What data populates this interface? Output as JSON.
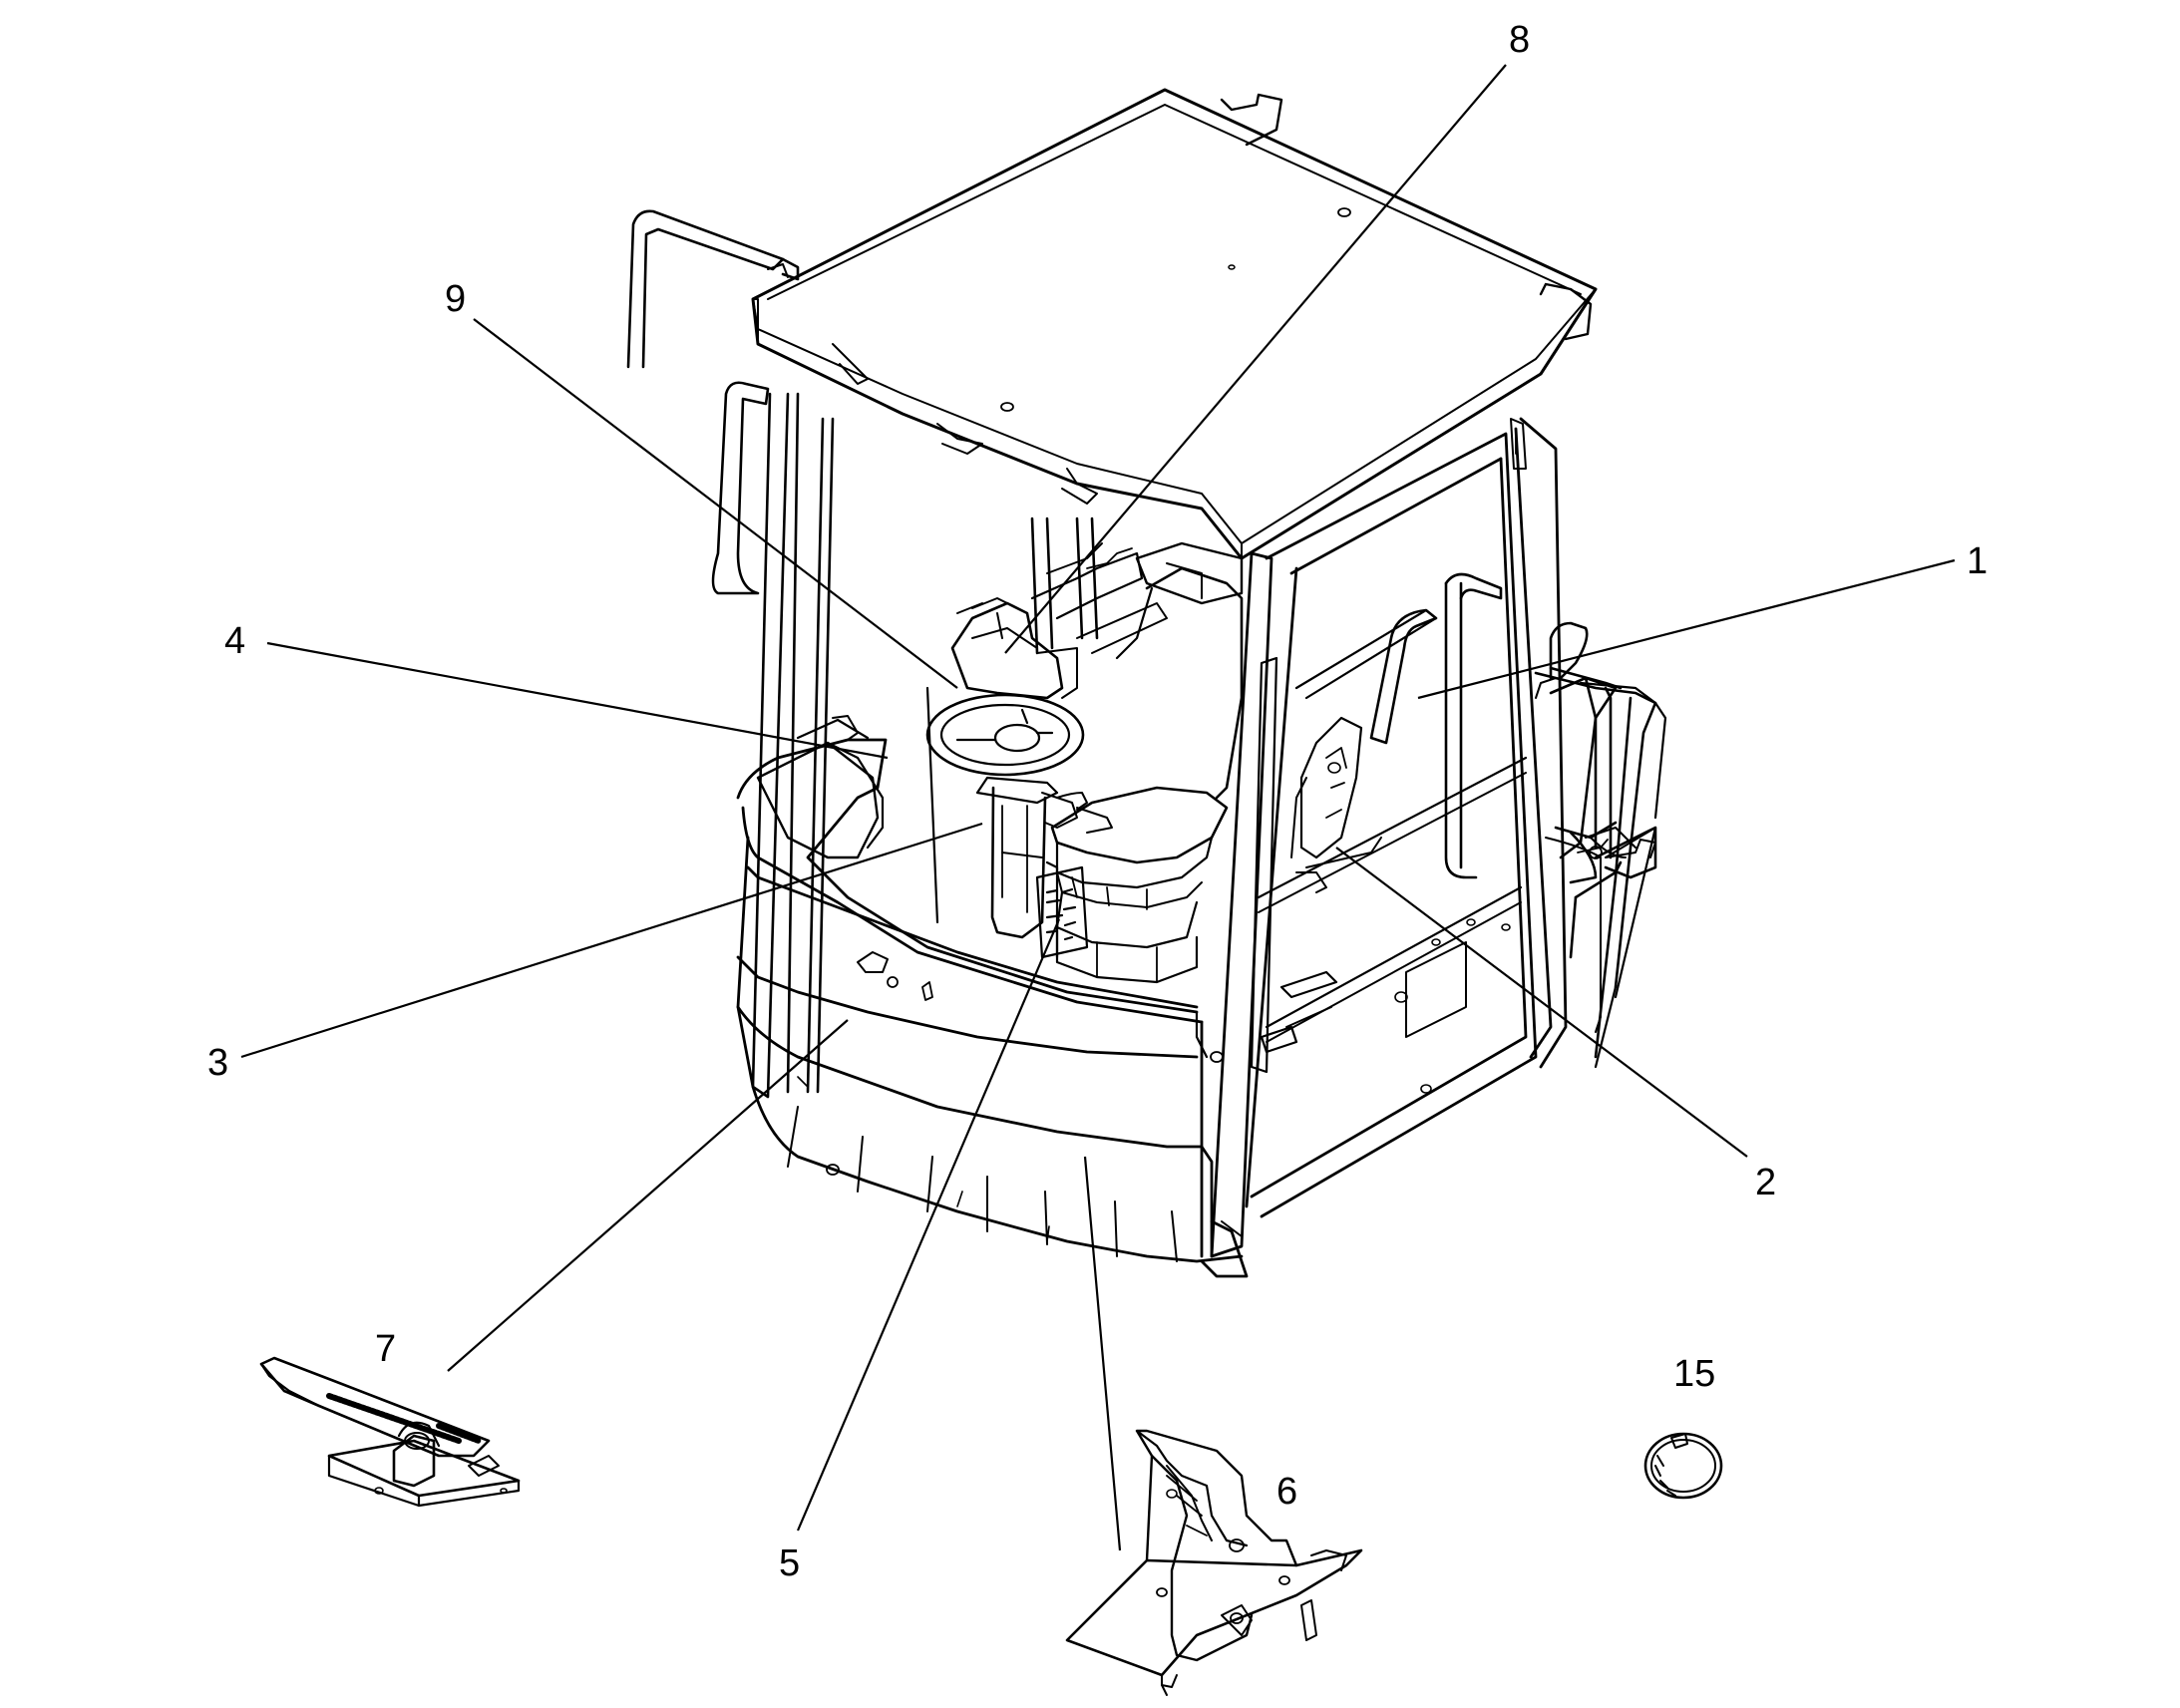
{
  "diagram": {
    "callouts": [
      {
        "id": "c1",
        "text": "1"
      },
      {
        "id": "c2",
        "text": "2"
      },
      {
        "id": "c3",
        "text": "3"
      },
      {
        "id": "c4",
        "text": "4"
      },
      {
        "id": "c5",
        "text": "5"
      },
      {
        "id": "c6",
        "text": "6"
      },
      {
        "id": "c7",
        "text": "7"
      },
      {
        "id": "c8",
        "text": "8"
      },
      {
        "id": "c9",
        "text": "9"
      },
      {
        "id": "c15",
        "text": "15"
      }
    ]
  },
  "colors": {
    "ink": "#000000",
    "paper": "#ffffff"
  }
}
